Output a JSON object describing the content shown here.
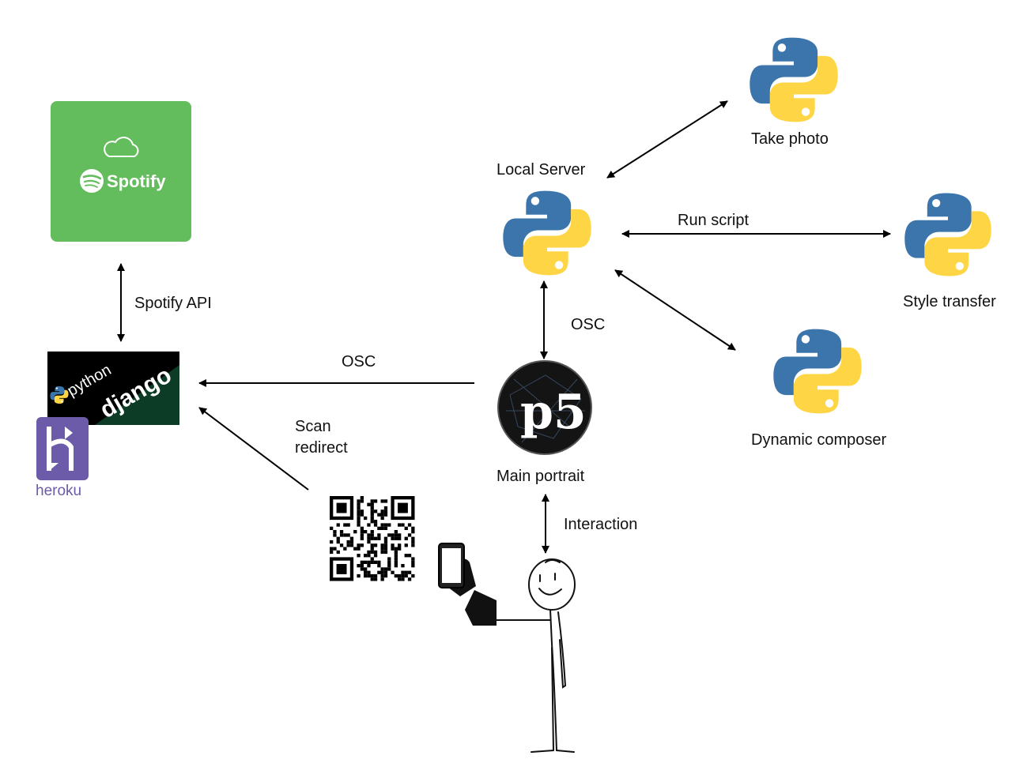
{
  "labels": {
    "spotify_api": "Spotify API",
    "osc_left": "OSC",
    "scan": "Scan",
    "redirect": "redirect",
    "local_server": "Local Server",
    "run_script": "Run script",
    "osc_vertical": "OSC",
    "take_photo": "Take photo",
    "style_transfer": "Style transfer",
    "dynamic_composer": "Dynamic composer",
    "main_portrait": "Main portrait",
    "interaction": "Interaction"
  },
  "logos": {
    "spotify": "Spotify",
    "python_word": "python",
    "django_word": "django",
    "heroku_word": "heroku",
    "p5_glyph": "p5"
  },
  "colors": {
    "spotify_green": "#64bd5d",
    "django_dark": "#0c3c26",
    "heroku_purple": "#6b5ba8",
    "python_blue": "#3b75ab",
    "python_yellow": "#fed545",
    "p5_black": "#141414"
  },
  "icons": [
    "cloud-icon",
    "spotify-icon",
    "python-icon",
    "django-icon",
    "heroku-icon",
    "processing-p5-icon",
    "qr-code-icon",
    "phone-icon",
    "stick-figure-icon"
  ]
}
